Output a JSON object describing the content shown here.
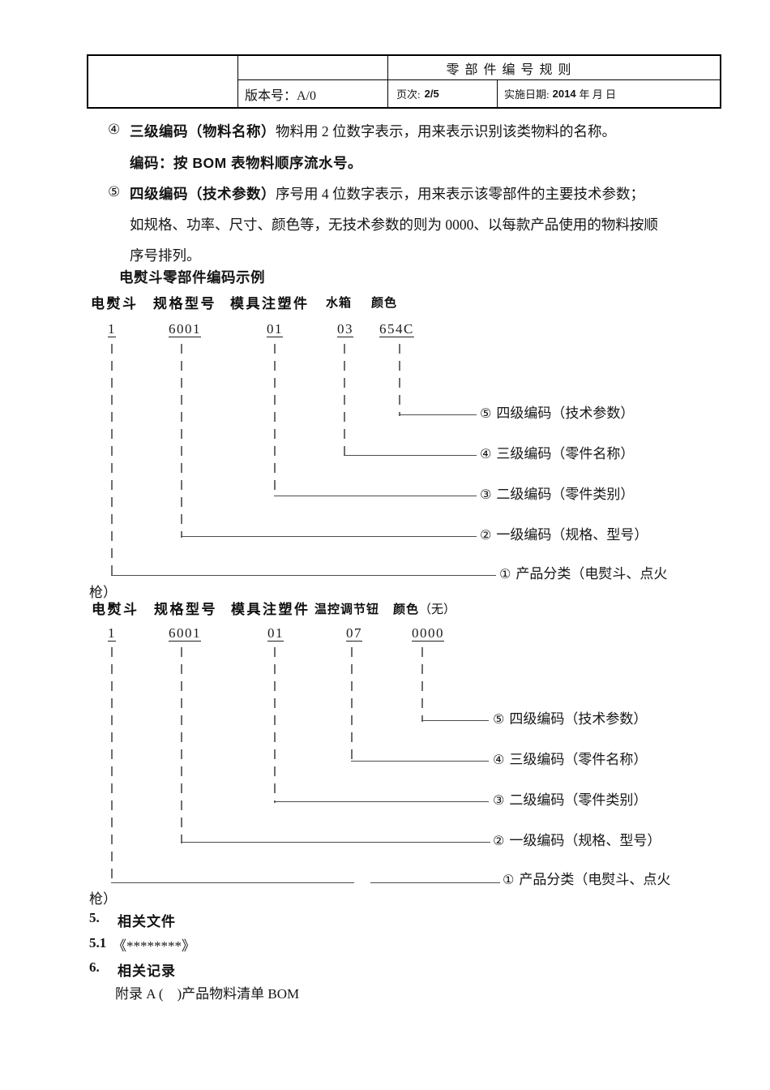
{
  "table": {
    "title": "零部件编号规则",
    "version": "版本号：A/0",
    "page_prefix": "页次:",
    "page_value": "2/5",
    "date_prefix": "实施日期:",
    "date_value": "2014",
    "date_suffix": "年  月  日"
  },
  "body": {
    "item4_marker": "④",
    "item4_bold": "三级编码（物料名称）",
    "item4_text": "物料用 2 位数字表示，用来表示识别该类物料的名称。",
    "item4_sub": "编码：按 BOM 表物料顺序流水号。",
    "item5_marker": "⑤",
    "item5_bold": "四级编码（技术参数）",
    "item5_text": "序号用 4 位数字表示，用来表示该零部件的主要技术参数；",
    "item5_line2": "如规格、功率、尺寸、颜色等，无技术参数的则为 0000、以每款产品使用的物料按顺",
    "item5_line3": "序号排列。",
    "example_title": "电熨斗零部件编码示例"
  },
  "diagram1": {
    "headers": [
      "电熨斗",
      "规格型号",
      "模具注塑件",
      "水箱",
      "颜色"
    ],
    "codes": [
      "1",
      "6001",
      "01",
      "03",
      "654C"
    ],
    "labels": [
      {
        "num": "⑤",
        "text": "四级编码（技术参数）"
      },
      {
        "num": "④",
        "text": "三级编码（零件名称）"
      },
      {
        "num": "③",
        "text": "二级编码（零件类别）"
      },
      {
        "num": "②",
        "text": "一级编码（规格、型号）"
      },
      {
        "num": "①",
        "text": "产品分类（电熨斗、点火"
      }
    ],
    "wrap": "枪）"
  },
  "diagram2": {
    "headers": [
      "电熨斗",
      "规格型号",
      "模具注塑件",
      "温控调节钮"
    ],
    "color_bold": "颜色",
    "color_normal": "（无）",
    "codes": [
      "1",
      "6001",
      "01",
      "07",
      "0000"
    ],
    "labels": [
      {
        "num": "⑤",
        "text": "四级编码（技术参数）"
      },
      {
        "num": "④",
        "text": "三级编码（零件名称）"
      },
      {
        "num": "③",
        "text": "二级编码（零件类别）"
      },
      {
        "num": "②",
        "text": "一级编码（规格、型号）"
      },
      {
        "num": "①",
        "text": "产品分类（电熨斗、点火"
      }
    ],
    "wrap": "枪）"
  },
  "footer": {
    "s5_num": "5.",
    "s5_text": "相关文件",
    "s51_num": "5.1",
    "s51_text": "《********》",
    "s6_num": "6.",
    "s6_text": "相关记录",
    "appendix": "附录 A (　)产品物料清单 BOM"
  }
}
